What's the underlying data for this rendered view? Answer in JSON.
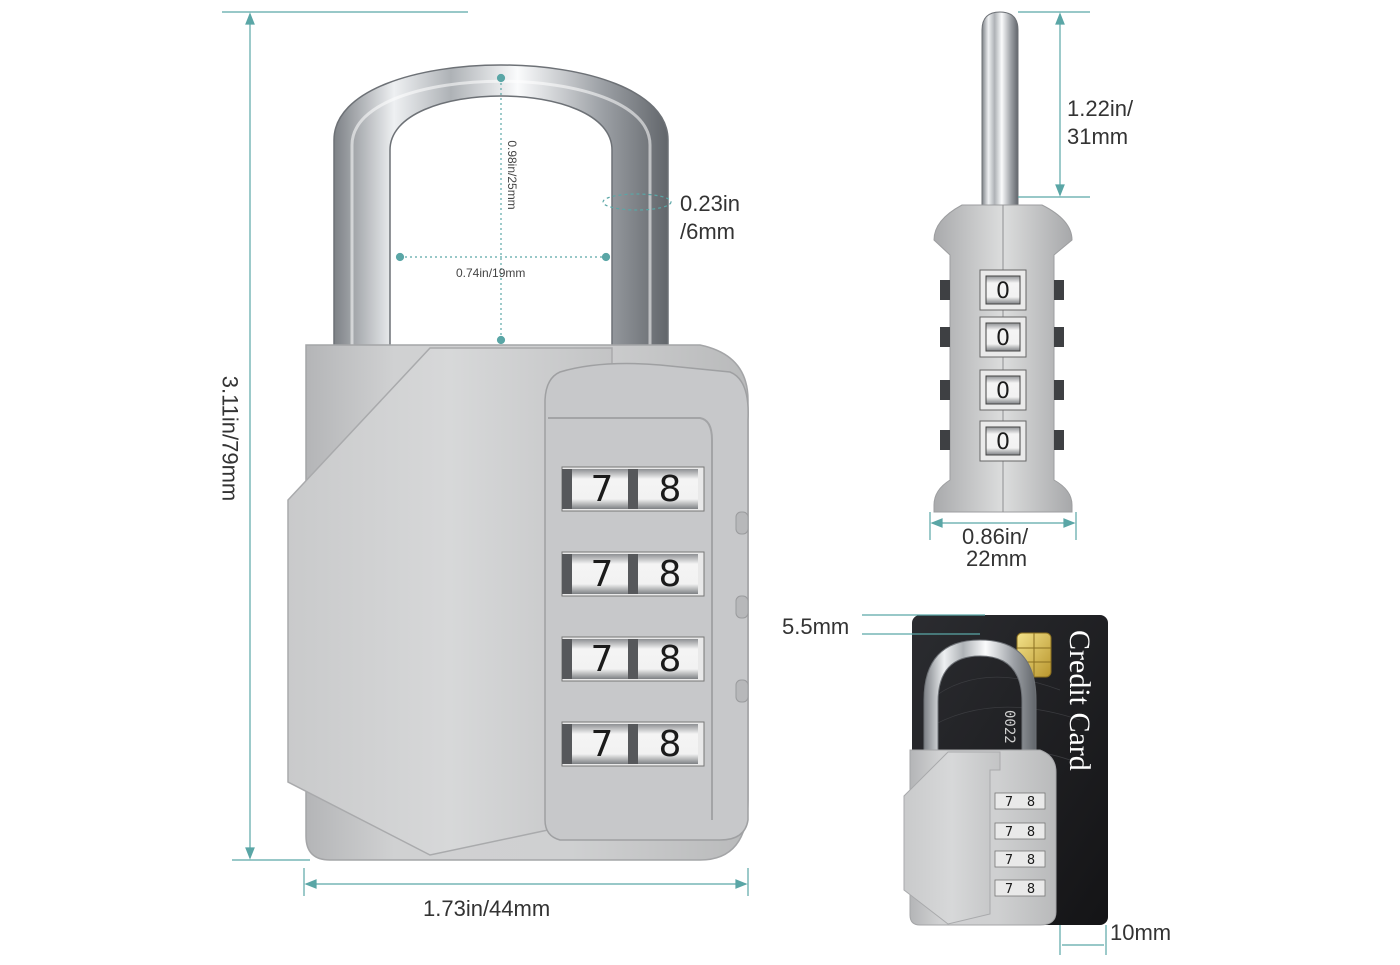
{
  "main": {
    "height": "3.11in/79mm",
    "width": "1.73in/44mm",
    "shackle_height": "0.98in/25mm",
    "shackle_width": "0.74in/19mm",
    "shackle_diameter": {
      "line1": "0.23in",
      "line2": "/6mm"
    },
    "dial_digits": [
      "7",
      "8"
    ],
    "dial_rows": 4
  },
  "side": {
    "shackle_clearance": {
      "line1": "1.22in/",
      "line2": "31mm"
    },
    "depth": {
      "line1": "0.86in/",
      "line2": "22mm"
    },
    "dial_digit": "0"
  },
  "card": {
    "card_text": "Credit Card",
    "offset_label": "5.5mm",
    "thickness_label": "10mm",
    "card_number_fragment": "0022"
  },
  "colors": {
    "dimension_line": "#5aa6a6",
    "lock_body": "#c8c9ca",
    "card": "#1b1b1d"
  }
}
